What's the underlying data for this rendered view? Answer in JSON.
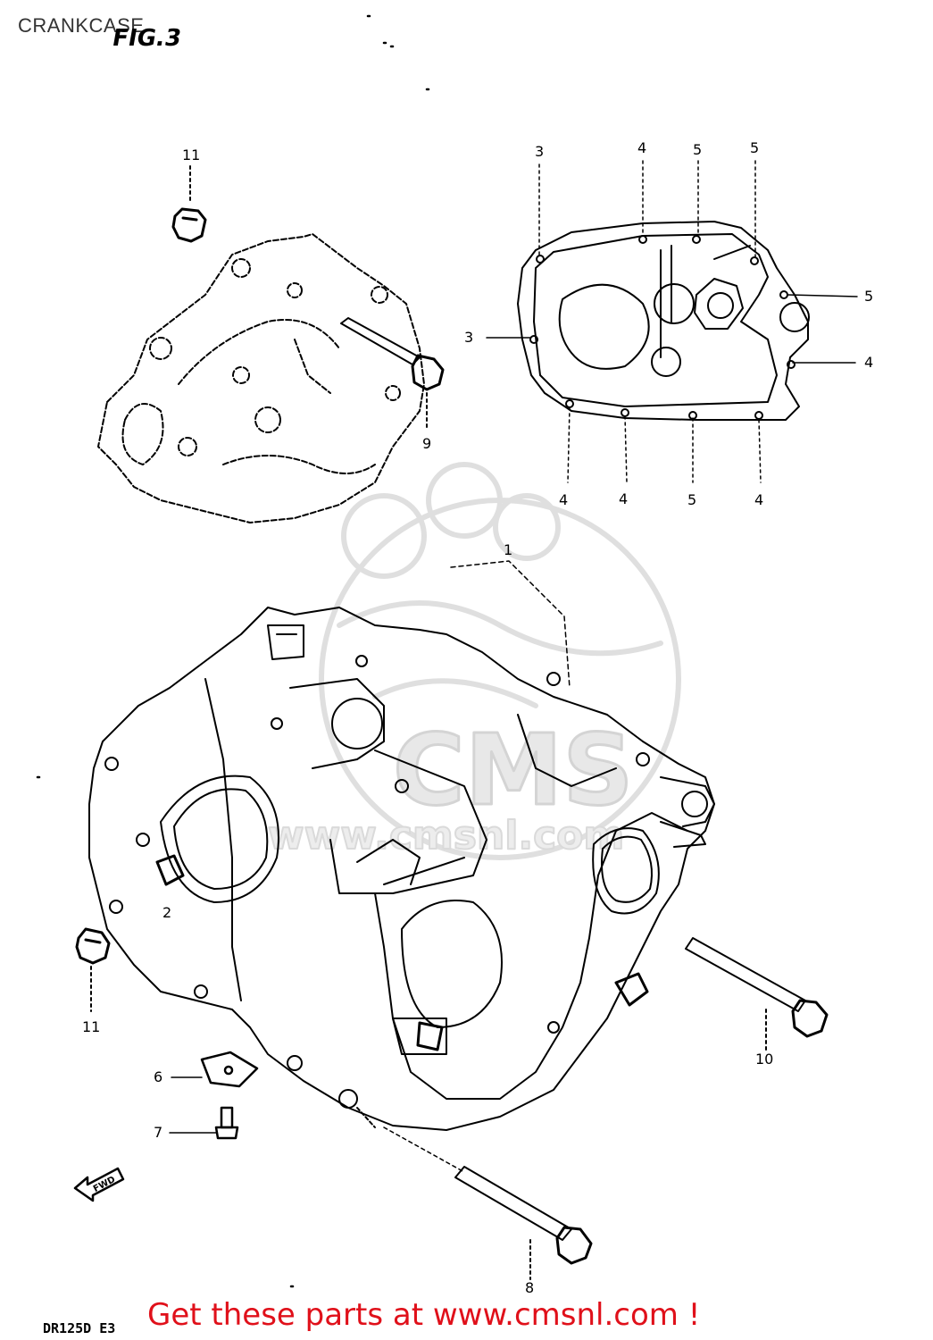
{
  "header": {
    "title": "CRANKCASE"
  },
  "figure": {
    "label": "FIG.3",
    "model_code": "DR125D E3",
    "fwd_arrow_label": "FWD"
  },
  "callouts": {
    "c11_top": "11",
    "c9": "9",
    "c3_top": "3",
    "c4_top": "4",
    "c5_top_a": "5",
    "c5_top_b": "5",
    "c5_right": "5",
    "c3_left": "3",
    "c4_right": "4",
    "c4_bottom_a": "4",
    "c4_bottom_b": "4",
    "c5_bottom": "5",
    "c4_bottom_c": "4",
    "c1": "1",
    "c2": "2",
    "c11_left": "11",
    "c10": "10",
    "c6": "6",
    "c7": "7",
    "c8": "8"
  },
  "watermark": {
    "text": "CMS",
    "url": "www.cmsnl.com"
  },
  "promo": {
    "text": "Get these parts at www.cmsnl.com !"
  },
  "colors": {
    "promo": "#e0101a",
    "line_art": "#000000",
    "watermark": "#dcdcdc"
  }
}
